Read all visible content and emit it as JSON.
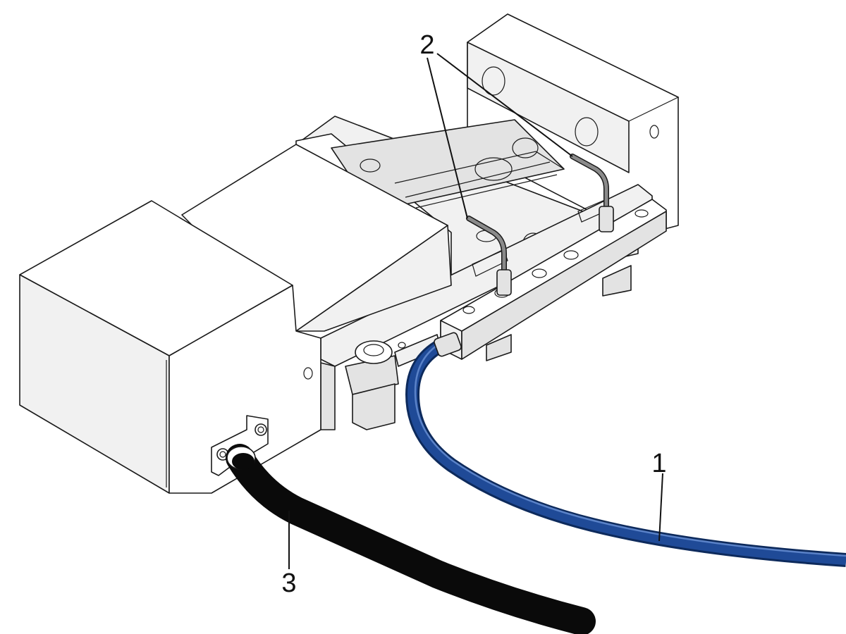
{
  "figure": {
    "callouts": [
      {
        "id": "1",
        "label": "1"
      },
      {
        "id": "2",
        "label": "2"
      },
      {
        "id": "3",
        "label": "3"
      }
    ],
    "colors": {
      "background": "#ffffff",
      "line": "#1a1a1a",
      "blue_hose": "#1f4a97",
      "blue_hose_highlight": "#5a82c8",
      "black_hose": "#0a0a0a",
      "thin_tubes": "#8a8a8a"
    }
  }
}
